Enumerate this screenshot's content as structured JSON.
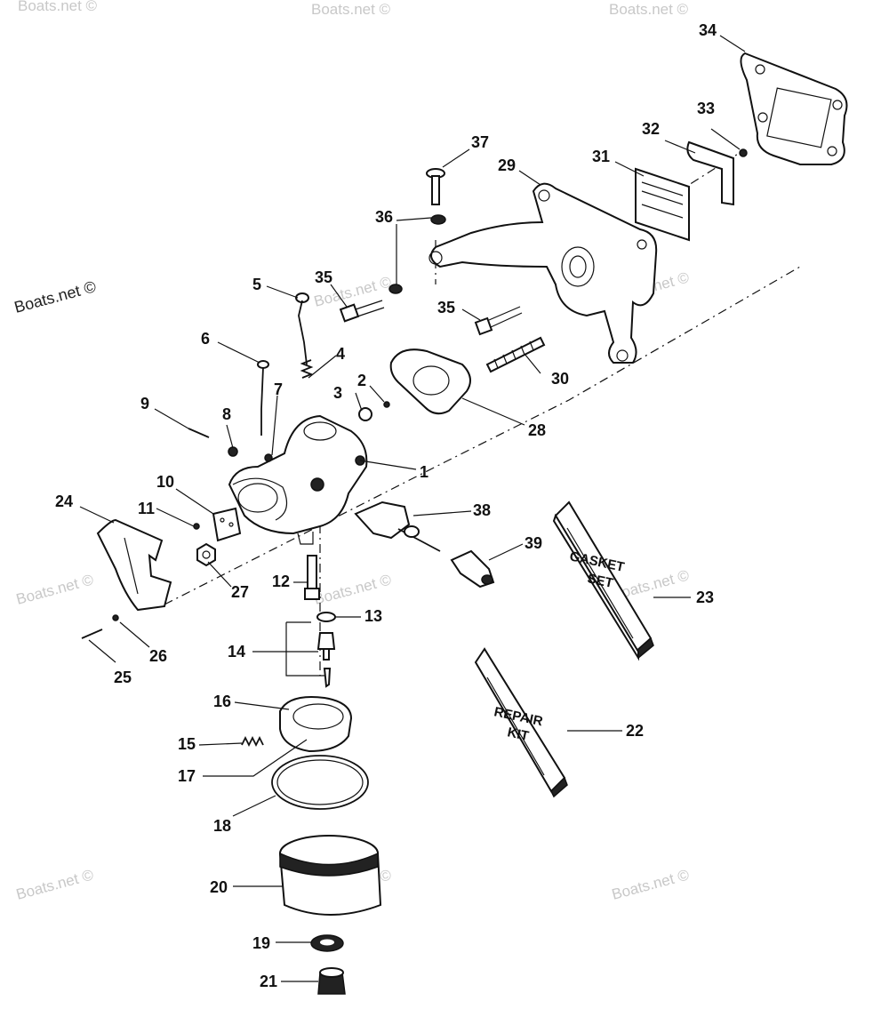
{
  "watermarks": {
    "main": "Boats.net ©"
  },
  "kits": {
    "gasket_set": [
      "GASKET",
      "SET"
    ],
    "repair_kit": [
      "REPAIR",
      "KIT"
    ]
  },
  "callouts": [
    "1",
    "2",
    "3",
    "4",
    "5",
    "6",
    "7",
    "8",
    "9",
    "10",
    "11",
    "12",
    "13",
    "14",
    "15",
    "16",
    "17",
    "18",
    "19",
    "20",
    "21",
    "22",
    "23",
    "24",
    "25",
    "26",
    "27",
    "28",
    "29",
    "30",
    "31",
    "32",
    "33",
    "34",
    "35",
    "35",
    "36",
    "37",
    "38",
    "39"
  ]
}
